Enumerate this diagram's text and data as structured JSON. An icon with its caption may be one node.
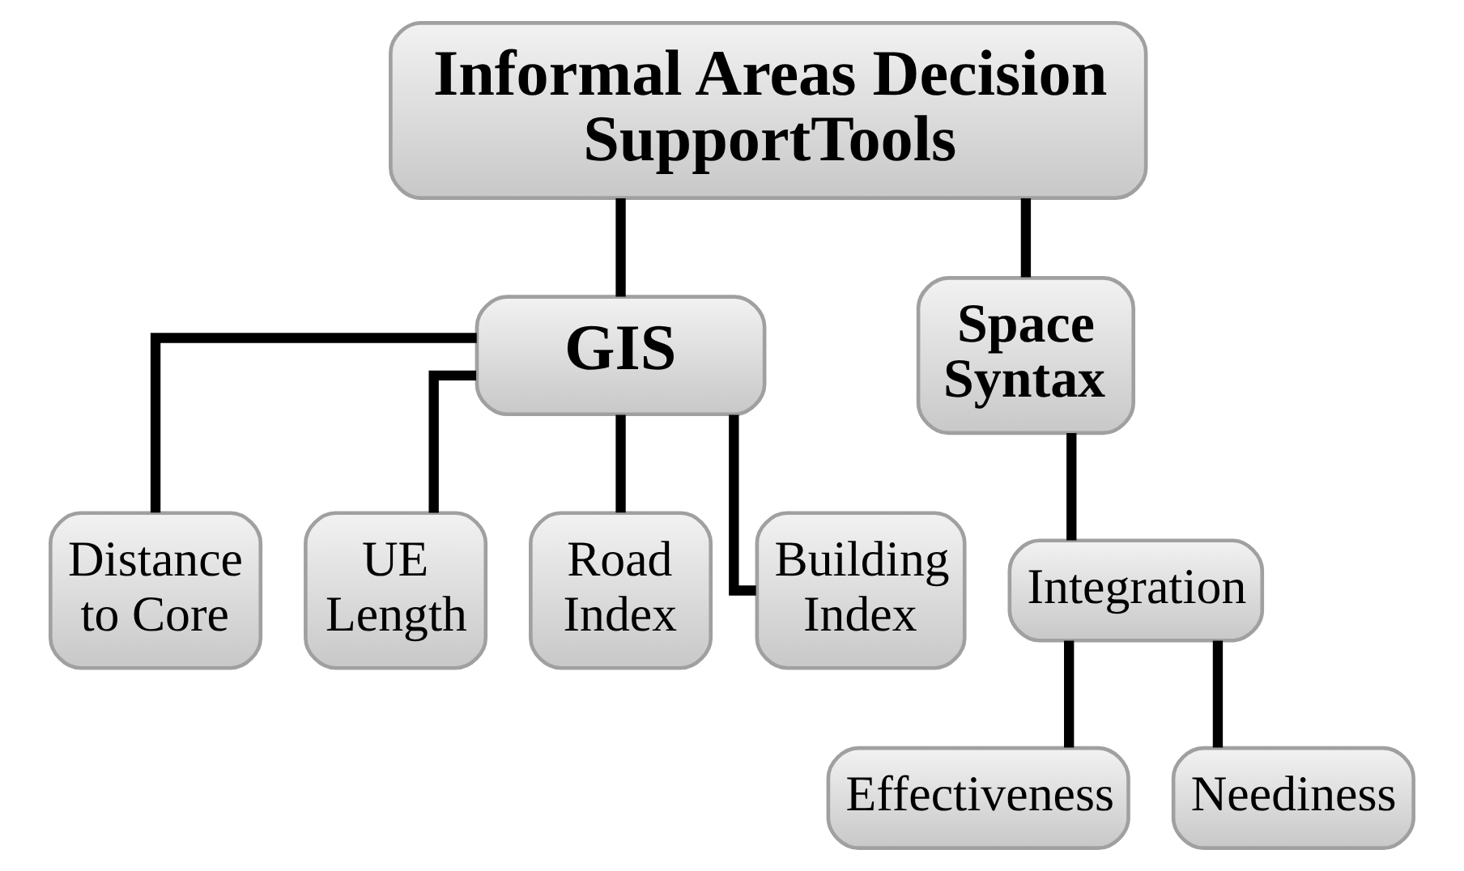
{
  "diagram": {
    "nodes": [
      {
        "text": [
          "Informal Areas Decision SupportTools"
        ]
      },
      {
        "text": [
          "GIS"
        ]
      },
      {
        "text": [
          "Space Syntax"
        ]
      },
      {
        "text": [
          "Distance to Core"
        ]
      },
      {
        "text": [
          "UE Length"
        ]
      },
      {
        "text": [
          "Road Index"
        ]
      },
      {
        "text": [
          "Building Index"
        ]
      },
      {
        "text": [
          "Integration"
        ]
      },
      {
        "text": [
          "Effectiveness"
        ]
      },
      {
        "text": [
          "Neediness"
        ]
      }
    ],
    "edges": [
      {
        "from": 0,
        "to": 1,
        "arrow": "none"
      },
      {
        "from": 0,
        "to": 2,
        "arrow": "none"
      },
      {
        "from": 1,
        "to": 3,
        "arrow": "none"
      },
      {
        "from": 1,
        "to": 4,
        "arrow": "none"
      },
      {
        "from": 1,
        "to": 5,
        "arrow": "none"
      },
      {
        "from": 1,
        "to": 6,
        "arrow": "none"
      },
      {
        "from": 2,
        "to": 7,
        "arrow": "none"
      },
      {
        "from": 7,
        "to": 8,
        "arrow": "none"
      },
      {
        "from": 7,
        "to": 9,
        "arrow": "none"
      }
    ]
  }
}
